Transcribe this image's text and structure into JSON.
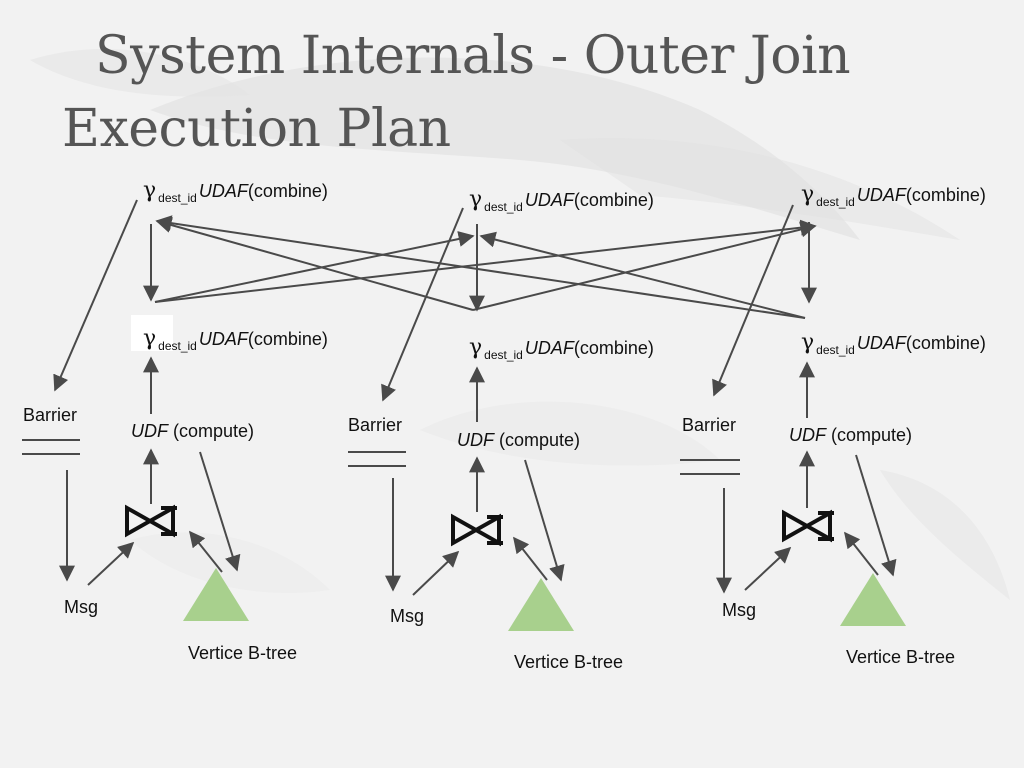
{
  "slide": {
    "title_line1": "System Internals - Outer Join",
    "title_line2": "Execution Plan"
  },
  "labels": {
    "gamma": "γ",
    "sub": "dest_id",
    "udaf": "UDAF",
    "combine": "(combine)",
    "udf": "UDF",
    "compute": "(compute)",
    "barrier": "Barrier",
    "msg": "Msg",
    "btree": "Vertice B-tree",
    "join_symbol": "⋈"
  },
  "colors": {
    "arrow": "#4a4a4a",
    "triangle": "#a8d08d",
    "title": "#555555"
  }
}
